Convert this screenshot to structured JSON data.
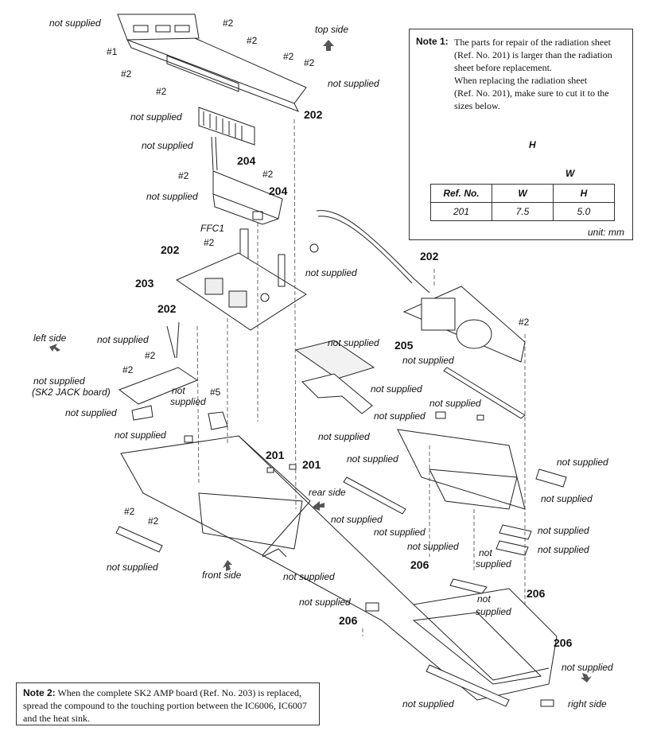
{
  "note1": {
    "heading": "Note 1:",
    "lines": [
      "The parts for repair of the radiation sheet",
      "(Ref. No. 201) is larger than the radiation",
      "sheet before replacement.",
      "When replacing the radiation sheet",
      "(Ref. No. 201), make sure to cut it to the",
      "sizes below."
    ],
    "dim_h": "H",
    "dim_w": "W",
    "table": {
      "headers": [
        "Ref. No.",
        "W",
        "H"
      ],
      "row": [
        "201",
        "7.5",
        "5.0"
      ]
    },
    "unit": "unit: mm"
  },
  "note2": {
    "heading": "Note 2:",
    "text": "When the complete SK2 AMP board (Ref. No. 203) is replaced, spread the compound to the touching portion between the IC6006, IC6007 and the heat sink."
  },
  "directions": {
    "top": "top side",
    "left": "left side",
    "rear": "rear side",
    "front": "front side",
    "right": "right side"
  },
  "labels": {
    "not_supplied": "not supplied",
    "not_supplied_sk2_1": "not supplied",
    "not_supplied_sk2_2": "(SK2 JACK board)",
    "not_label": "not",
    "supplied_label": "supplied",
    "ffc": "FFC1"
  },
  "refs": {
    "r201": "201",
    "r202": "202",
    "r203": "203",
    "r204": "204",
    "r205": "205",
    "r206": "206"
  },
  "screws": {
    "s1": "#1",
    "s2": "#2",
    "s5": "#5"
  }
}
